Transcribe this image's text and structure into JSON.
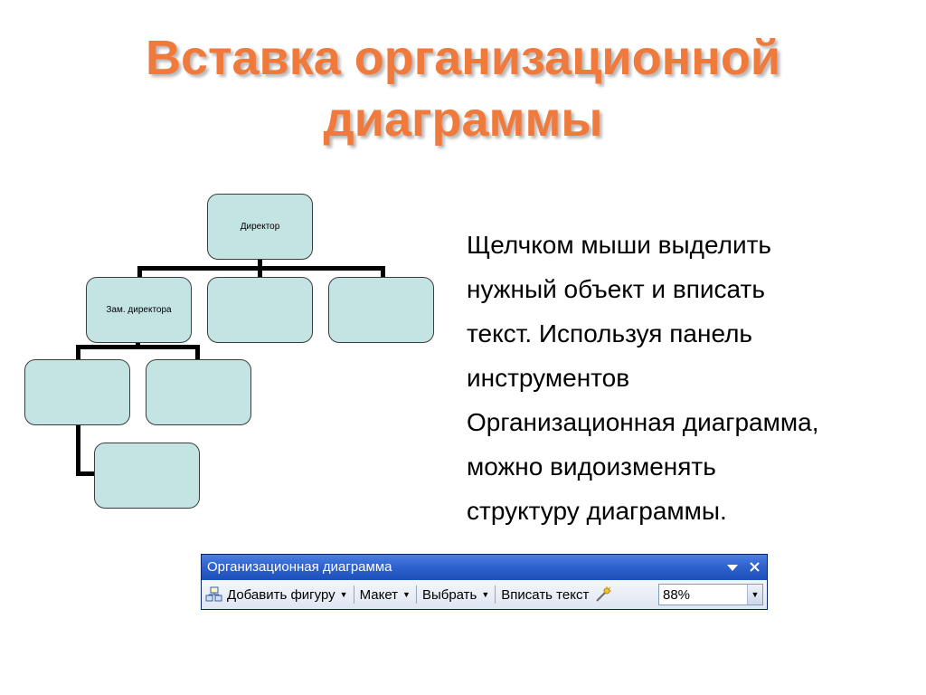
{
  "slide": {
    "title_lines": [
      "Вставка организационной",
      "диаграммы"
    ],
    "body_lines": [
      "Щелчком мыши выделить",
      "нужный объект  и вписать",
      "текст. Используя панель",
      "инструментов",
      "Организационная  диаграмма,",
      "можно видоизменять",
      "структуру диаграммы."
    ]
  },
  "org_chart": {
    "nodes": [
      "Директор",
      "Зам. директора",
      "",
      "",
      "",
      "",
      ""
    ]
  },
  "toolbar": {
    "title": "Организационная диаграмма",
    "buttons": [
      "Добавить фигуру",
      "Макет",
      "Выбрать",
      "Вписать текст"
    ],
    "zoom": "88%"
  },
  "colors": {
    "title": "#f07a3c",
    "node_fill": "#c4e4e4",
    "toolbar_title": "#2f63cf"
  },
  "icons": [
    "add-shape-icon",
    "autoformat-icon",
    "dropdown-arrow-icon",
    "close-icon"
  ]
}
